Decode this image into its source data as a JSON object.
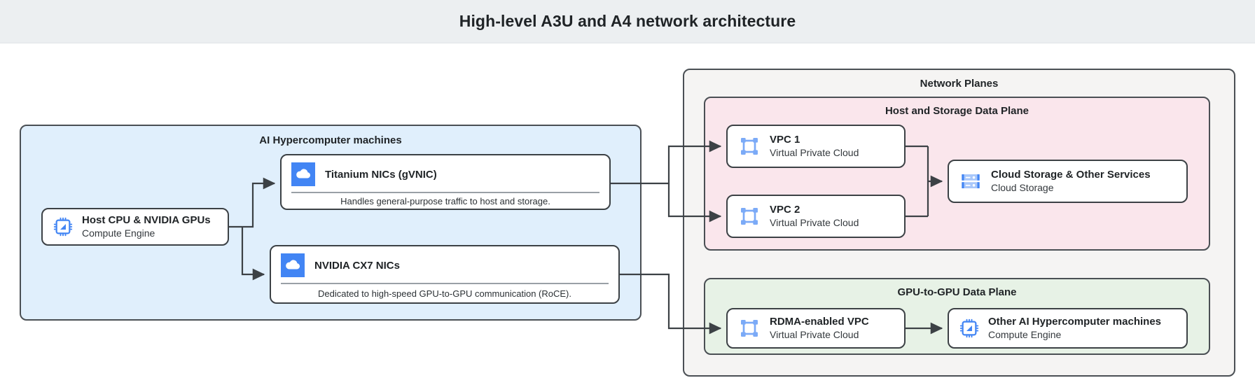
{
  "header": {
    "title": "High-level A3U and A4 network architecture"
  },
  "colors": {
    "header_bg": "#eceff1",
    "machines_panel": "#e0effc",
    "network_planes_panel": "#f5f4f3",
    "host_storage_plane": "#fae6ec",
    "gpu_plane": "#e7f2e6",
    "icon_blue": "#4285f4",
    "icon_light_blue": "#a8c7fa",
    "border": "#3c4145"
  },
  "machines_panel": {
    "title": "AI Hypercomputer machines",
    "host_node": {
      "icon": "cpu-chip-icon",
      "title": "Host CPU & NVIDIA GPUs",
      "subtitle": "Compute Engine"
    },
    "nics": [
      {
        "icon": "cloud-icon",
        "title": "Titanium NICs (gVNIC)",
        "note": "Handles general-purpose traffic to host and storage."
      },
      {
        "icon": "cloud-icon",
        "title": "NVIDIA CX7 NICs",
        "note": "Dedicated to high-speed GPU-to-GPU communication (RoCE)."
      }
    ]
  },
  "network_planes": {
    "title": "Network Planes",
    "host_storage_plane": {
      "title": "Host and Storage Data Plane",
      "vpcs": [
        {
          "icon": "vpc-icon",
          "title": "VPC 1",
          "subtitle": "Virtual Private Cloud"
        },
        {
          "icon": "vpc-icon",
          "title": "VPC 2",
          "subtitle": "Virtual Private Cloud"
        }
      ],
      "storage": {
        "icon": "cloud-storage-icon",
        "title": "Cloud Storage & Other Services",
        "subtitle": "Cloud Storage"
      }
    },
    "gpu_plane": {
      "title": "GPU-to-GPU Data Plane",
      "vpc": {
        "icon": "vpc-icon",
        "title": "RDMA-enabled VPC",
        "subtitle": "Virtual Private Cloud"
      },
      "machines": {
        "icon": "cpu-chip-icon",
        "title": "Other AI Hypercomputer machines",
        "subtitle": "Compute Engine"
      }
    }
  }
}
